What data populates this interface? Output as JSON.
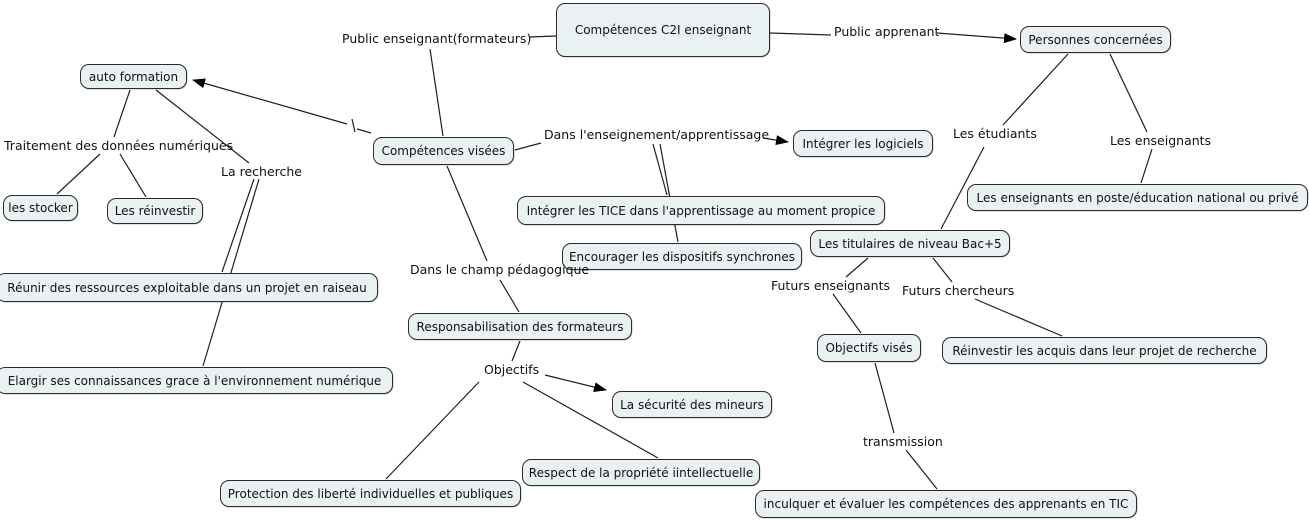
{
  "colors": {
    "background": "#ffffff",
    "node_fill": "#eaf1f3",
    "node_border": "#2b2b2b",
    "line": "#1f1f1f",
    "arrowhead": "#000000",
    "text": "#111111"
  },
  "nodes": [
    {
      "id": "competences-c2i-enseignant",
      "label": "Compétences C2I enseignant"
    },
    {
      "id": "personnes-concernees",
      "label": "Personnes concernées"
    },
    {
      "id": "auto-formation",
      "label": "auto formation"
    },
    {
      "id": "competences-visees",
      "label": "Compétences visées"
    },
    {
      "id": "integrer-les-logiciels",
      "label": "Intégrer les logiciels"
    },
    {
      "id": "les-stocker",
      "label": "les stocker"
    },
    {
      "id": "les-reinvestir",
      "label": "Les réinvestir"
    },
    {
      "id": "enseignants-en-poste",
      "label": "Les enseignants en poste/éducation national ou privé"
    },
    {
      "id": "integrer-les-tice",
      "label": "Intégrer les TICE dans l'apprentissage au moment propice"
    },
    {
      "id": "encourager-dispositifs",
      "label": "Encourager les dispositifs synchrones"
    },
    {
      "id": "titulaires-bac5",
      "label": "Les titulaires de niveau Bac+5"
    },
    {
      "id": "reunir-ressources",
      "label": "Réunir des ressources exploitable dans un projet en raiseau"
    },
    {
      "id": "responsabilisation",
      "label": "Responsabilisation des formateurs"
    },
    {
      "id": "objectifs-vises",
      "label": "Objectifs visés"
    },
    {
      "id": "reinvestir-acquis",
      "label": "Réinvestir les acquis dans leur projet de recherche"
    },
    {
      "id": "elargir-connaissances",
      "label": "Elargir ses connaissances grace à l'environnement numérique"
    },
    {
      "id": "securite-mineurs",
      "label": "La sécurité des mineurs"
    },
    {
      "id": "respect-propriete",
      "label": "Respect de la propriété iintellectuelle"
    },
    {
      "id": "protection-libertes",
      "label": "Protection des liberté individuelles et publiques"
    },
    {
      "id": "inculquer-evaluer",
      "label": "inculquer et évaluer les compétences des apprenants en TIC"
    }
  ],
  "link_labels": [
    {
      "id": "public-enseignant",
      "text": "Public enseignant(formateurs)"
    },
    {
      "id": "public-apprenant",
      "text": "Public apprenant"
    },
    {
      "id": "dans-enseignement",
      "text": "Dans l'enseignement/apprentissage"
    },
    {
      "id": "traitement-donnees",
      "text": "Traitement des données numériques"
    },
    {
      "id": "la-recherche",
      "text": "La recherche"
    },
    {
      "id": "les-etudiants",
      "text": "Les étudiants"
    },
    {
      "id": "les-enseignants",
      "text": "Les enseignants"
    },
    {
      "id": "champ-pedagogique",
      "text": "Dans le champ pédagogique"
    },
    {
      "id": "futurs-enseignants",
      "text": "Futurs enseignants"
    },
    {
      "id": "futurs-chercheurs",
      "text": "Futurs chercheurs"
    },
    {
      "id": "objectifs",
      "text": "Objectifs"
    },
    {
      "id": "transmission",
      "text": "transmission"
    }
  ],
  "edges": [
    {
      "from": "Compétences C2I enseignant",
      "label": "Public enseignant(formateurs)",
      "to": "Compétences visées",
      "arrow": false
    },
    {
      "from": "Compétences C2I enseignant",
      "label": "Public apprenant",
      "to": "Personnes concernées",
      "arrow": true
    },
    {
      "from": "Compétences visées",
      "label": "",
      "to": "auto formation",
      "arrow": true
    },
    {
      "from": "Compétences visées",
      "label": "Dans l'enseignement/apprentissage",
      "to": "Intégrer les logiciels",
      "arrow": true
    },
    {
      "from": "Compétences visées",
      "label": "Dans l'enseignement/apprentissage",
      "to": "Intégrer les TICE dans l'apprentissage au moment propice",
      "arrow": false
    },
    {
      "from": "Compétences visées",
      "label": "Dans l'enseignement/apprentissage",
      "to": "Encourager les dispositifs synchrones",
      "arrow": false
    },
    {
      "from": "Compétences visées",
      "label": "Dans le champ pédagogique",
      "to": "Responsabilisation des formateurs",
      "arrow": false
    },
    {
      "from": "auto formation",
      "label": "Traitement des données numériques",
      "to": "les stocker",
      "arrow": false
    },
    {
      "from": "auto formation",
      "label": "Traitement des données numériques",
      "to": "Les réinvestir",
      "arrow": false
    },
    {
      "from": "auto formation",
      "label": "La recherche",
      "to": "Réunir des ressources exploitable dans un projet en raiseau",
      "arrow": false
    },
    {
      "from": "auto formation",
      "label": "La recherche",
      "to": "Elargir ses connaissances grace à l'environnement numérique",
      "arrow": false
    },
    {
      "from": "Personnes concernées",
      "label": "Les étudiants",
      "to": "Les titulaires de niveau Bac+5",
      "arrow": false
    },
    {
      "from": "Personnes concernées",
      "label": "Les enseignants",
      "to": "Les enseignants en poste/éducation national ou privé",
      "arrow": false
    },
    {
      "from": "Les titulaires de niveau Bac+5",
      "label": "Futurs enseignants",
      "to": "Objectifs visés",
      "arrow": false
    },
    {
      "from": "Les titulaires de niveau Bac+5",
      "label": "Futurs chercheurs",
      "to": "Réinvestir les acquis dans leur projet de recherche",
      "arrow": false
    },
    {
      "from": "Objectifs visés",
      "label": "transmission",
      "to": "inculquer et évaluer les compétences des apprenants en TIC",
      "arrow": false
    },
    {
      "from": "Responsabilisation des formateurs",
      "label": "Objectifs",
      "to": "La sécurité des mineurs",
      "arrow": true
    },
    {
      "from": "Responsabilisation des formateurs",
      "label": "Objectifs",
      "to": "Respect de la propriété iintellectuelle",
      "arrow": false
    },
    {
      "from": "Responsabilisation des formateurs",
      "label": "Objectifs",
      "to": "Protection des liberté individuelles et publiques",
      "arrow": false
    }
  ]
}
